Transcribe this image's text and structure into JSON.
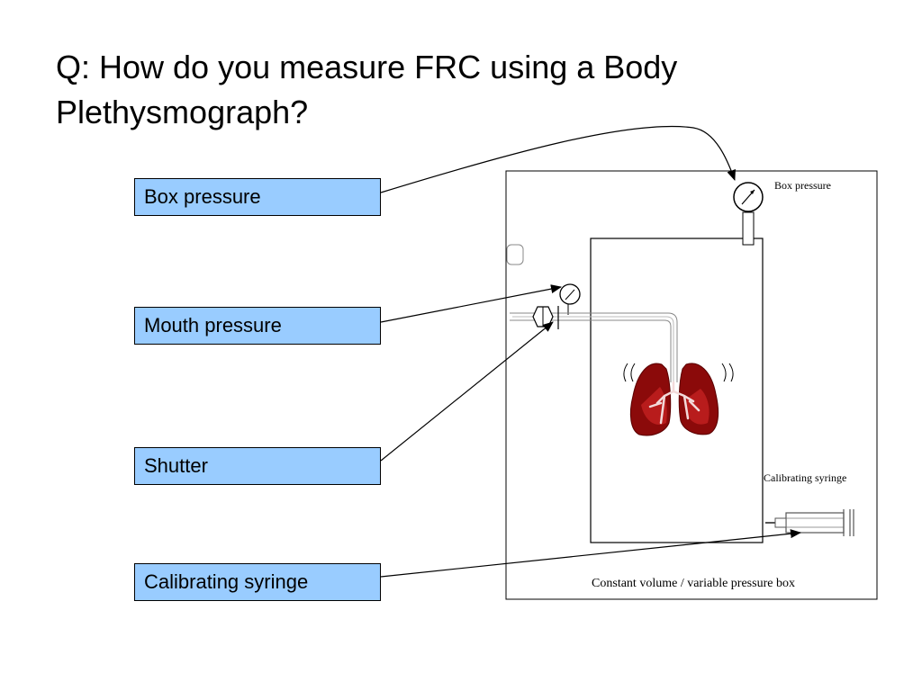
{
  "title": "Q: How do you measure FRC using a Body Plethysmograph?",
  "labels": {
    "box_pressure": "Box pressure",
    "mouth_pressure": "Mouth pressure",
    "shutter": "Shutter",
    "calibrating_syringe": "Calibrating syringe"
  },
  "diagram": {
    "box_pressure_caption": "Box pressure",
    "calibrating_syringe_caption": "Calibrating syringe",
    "box_caption": "Constant volume / variable pressure box"
  },
  "colors": {
    "label_fill": "#99ccff",
    "lung_dark": "#8b0a0a",
    "lung_light": "#b81c1c"
  }
}
